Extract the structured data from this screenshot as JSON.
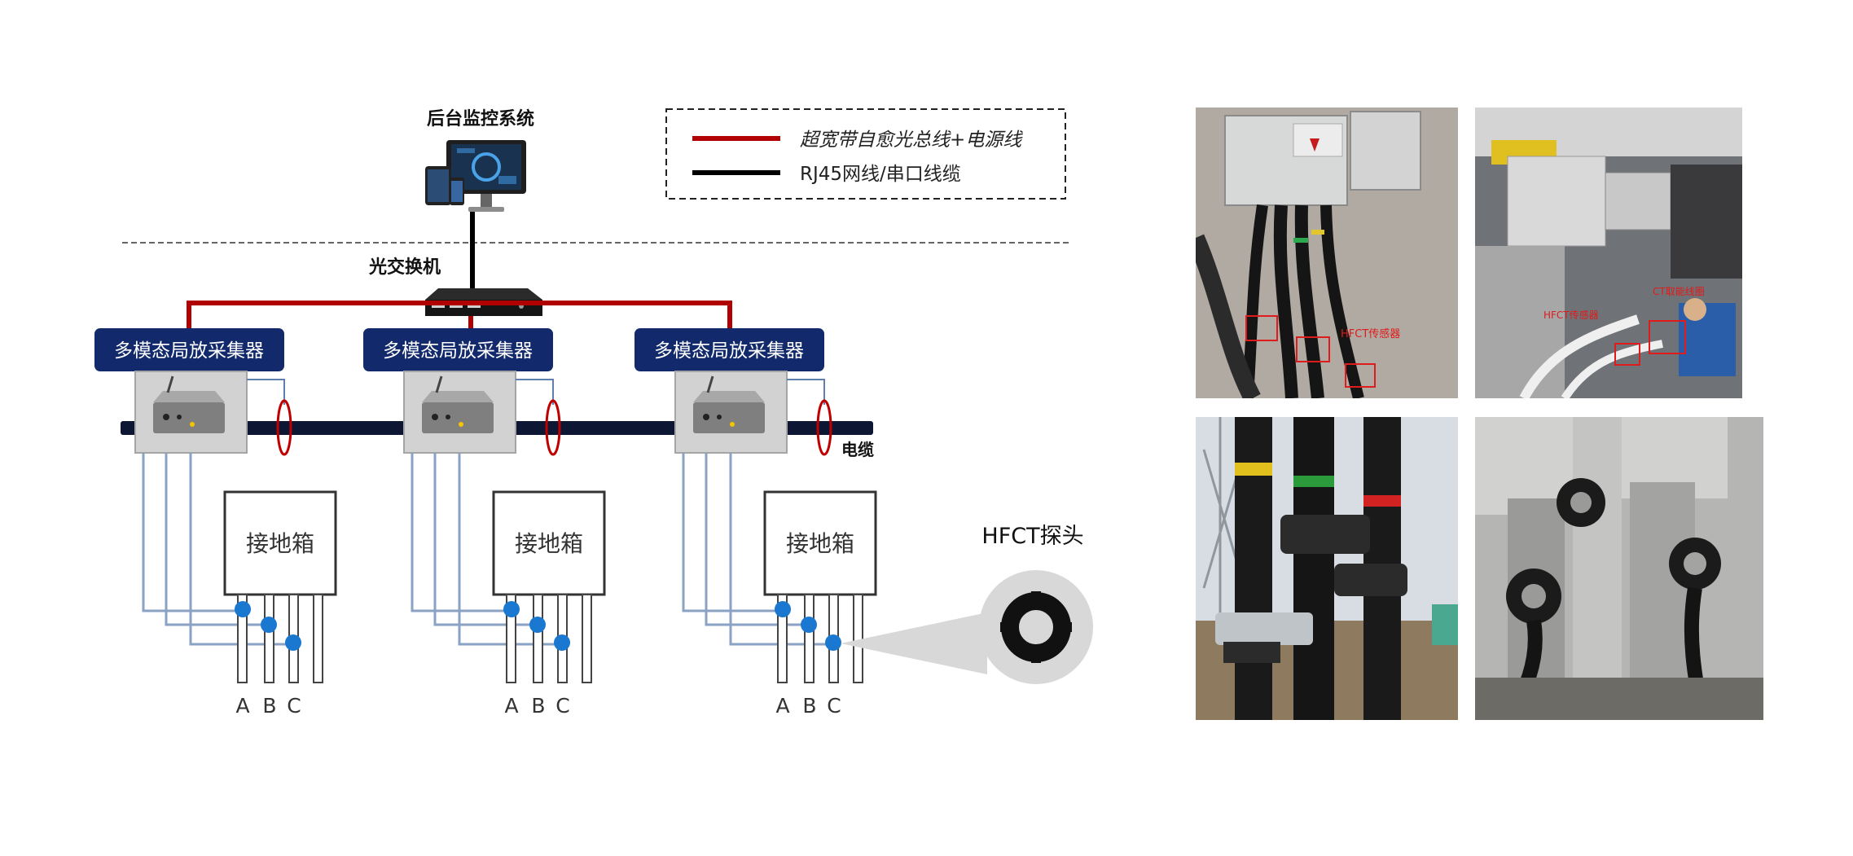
{
  "system": {
    "monitor_label": "后台监控系统",
    "switch_label": "光交换机",
    "cable_label": "电缆",
    "hfct_label": "HFCT探头"
  },
  "legend": {
    "items": [
      {
        "label": "超宽带自愈光总线+电源线",
        "color": "#b00000"
      },
      {
        "label": "RJ45网线/串口线缆",
        "color": "#000000"
      }
    ]
  },
  "units": [
    {
      "title": "多模态局放采集器",
      "box_label": "接地箱",
      "phases": [
        "A",
        "B",
        "C"
      ]
    },
    {
      "title": "多模态局放采集器",
      "box_label": "接地箱",
      "phases": [
        "A",
        "B",
        "C"
      ]
    },
    {
      "title": "多模态局放采集器",
      "box_label": "接地箱",
      "phases": [
        "A",
        "B",
        "C"
      ]
    }
  ],
  "photos": {
    "photo1_label": "HFCT传感器",
    "photo2_label_a": "HFCT传感器",
    "photo2_label_b": "CT取能线圈"
  },
  "colors": {
    "title_badge": "#12296b",
    "fiber_bus": "#b00000",
    "cable": "#0d1733",
    "node": "#1b78d0",
    "lead": "#8aa2c4"
  }
}
